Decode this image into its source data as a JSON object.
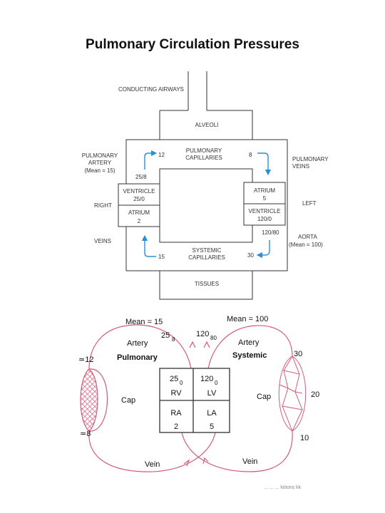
{
  "title": "Pulmonary Circulation Pressures",
  "top": {
    "conducting_airways": "CONDUCTING AIRWAYS",
    "alveoli": "ALVEOLI",
    "pulmonary_capillaries_1": "PULMONARY",
    "pulmonary_capillaries_2": "CAPILLARIES",
    "systemic_capillaries_1": "SYSTEMIC",
    "systemic_capillaries_2": "CAPILLARIES",
    "tissues": "TISSUES",
    "pulmonary_artery_1": "PULMONARY",
    "pulmonary_artery_2": "ARTERY",
    "pulmonary_artery_3": "(Mean = 15)",
    "pulmonary_veins_1": "PULMONARY",
    "pulmonary_veins_2": "VEINS",
    "right": "RIGHT",
    "left": "LEFT",
    "veins": "VEINS",
    "aorta_1": "AORTA",
    "aorta_2": "(Mean = 100)",
    "rv_label": "VENTRICLE",
    "rv_value": "25/0",
    "ra_label": "ATRIUM",
    "ra_value": "2",
    "la_label": "ATRIUM",
    "la_value": "5",
    "lv_label": "VENTRICLE",
    "lv_value": "120/0",
    "p_25_8": "25/8",
    "p_12": "12",
    "p_8": "8",
    "p_120_80": "120/80",
    "p_30": "30",
    "p_15": "15"
  },
  "bottom": {
    "mean_left": "Mean = 15",
    "mean_right": "Mean = 100",
    "pa_main": "25",
    "pa_sub": "8",
    "ao_main": "120",
    "ao_sub": "80",
    "artery_left": "Artery",
    "pulmonary": "Pulmonary",
    "artery_right": "Artery",
    "systemic": "Systemic",
    "cap_left": "Cap",
    "cap_right": "Cap",
    "approx_12": "≃12",
    "approx_8": "≃8",
    "v30": "30",
    "v20": "20",
    "v10": "10",
    "rv_main": "25",
    "rv_sub": "0",
    "rv": "RV",
    "lv_main": "120",
    "lv_sub": "0",
    "lv": "LV",
    "ra": "RA",
    "ra_val": "2",
    "la": "LA",
    "la_val": "5",
    "vein_left": "Vein",
    "vein_right": "Vein"
  },
  "footer": "...  ...  ... kitions kk",
  "colors": {
    "arrow_blue": "#2a8fd6",
    "circuit_red": "#d65a78",
    "line_dark": "#333333"
  }
}
